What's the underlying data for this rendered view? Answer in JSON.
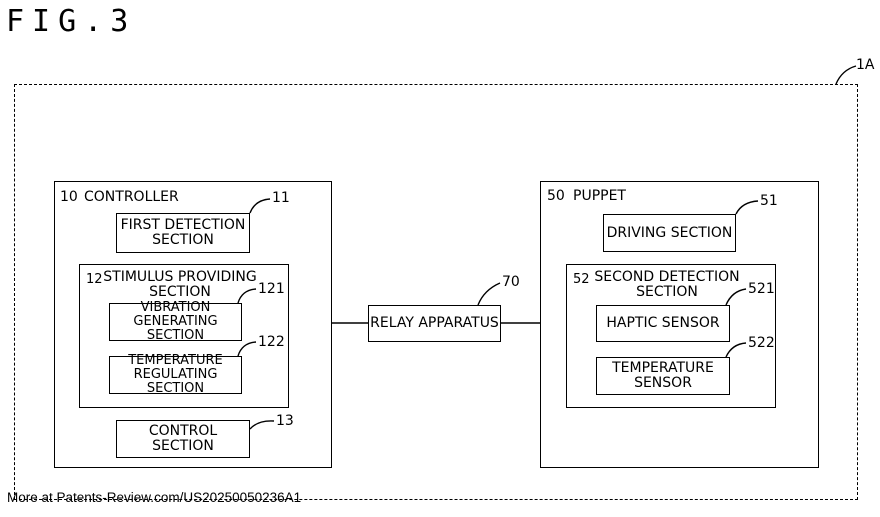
{
  "figure_title": "FIG.3",
  "system_ref": "1A",
  "controller": {
    "ref": "10",
    "label": "CONTROLLER",
    "first_detection": {
      "ref": "11",
      "lines": [
        "FIRST DETECTION",
        "SECTION"
      ]
    },
    "stimulus": {
      "ref": "12",
      "lines": [
        "STIMULUS PROVIDING",
        "SECTION"
      ],
      "vibration": {
        "ref": "121",
        "lines": [
          "VIBRATION",
          "GENERATING SECTION"
        ]
      },
      "temperature": {
        "ref": "122",
        "lines": [
          "TEMPERATURE",
          "REGULATING SECTION"
        ]
      }
    },
    "control": {
      "ref": "13",
      "label": "CONTROL SECTION"
    }
  },
  "relay": {
    "ref": "70",
    "label": "RELAY APPARATUS"
  },
  "puppet": {
    "ref": "50",
    "label": "PUPPET",
    "driving": {
      "ref": "51",
      "label": "DRIVING SECTION"
    },
    "second_detection": {
      "ref": "52",
      "lines": [
        "SECOND DETECTION",
        "SECTION"
      ],
      "haptic": {
        "ref": "521",
        "label": "HAPTIC SENSOR"
      },
      "temp_sensor": {
        "ref": "522",
        "lines": [
          "TEMPERATURE",
          "SENSOR"
        ]
      }
    }
  },
  "footer": "More at Patents-Review.com/US20250050236A1"
}
